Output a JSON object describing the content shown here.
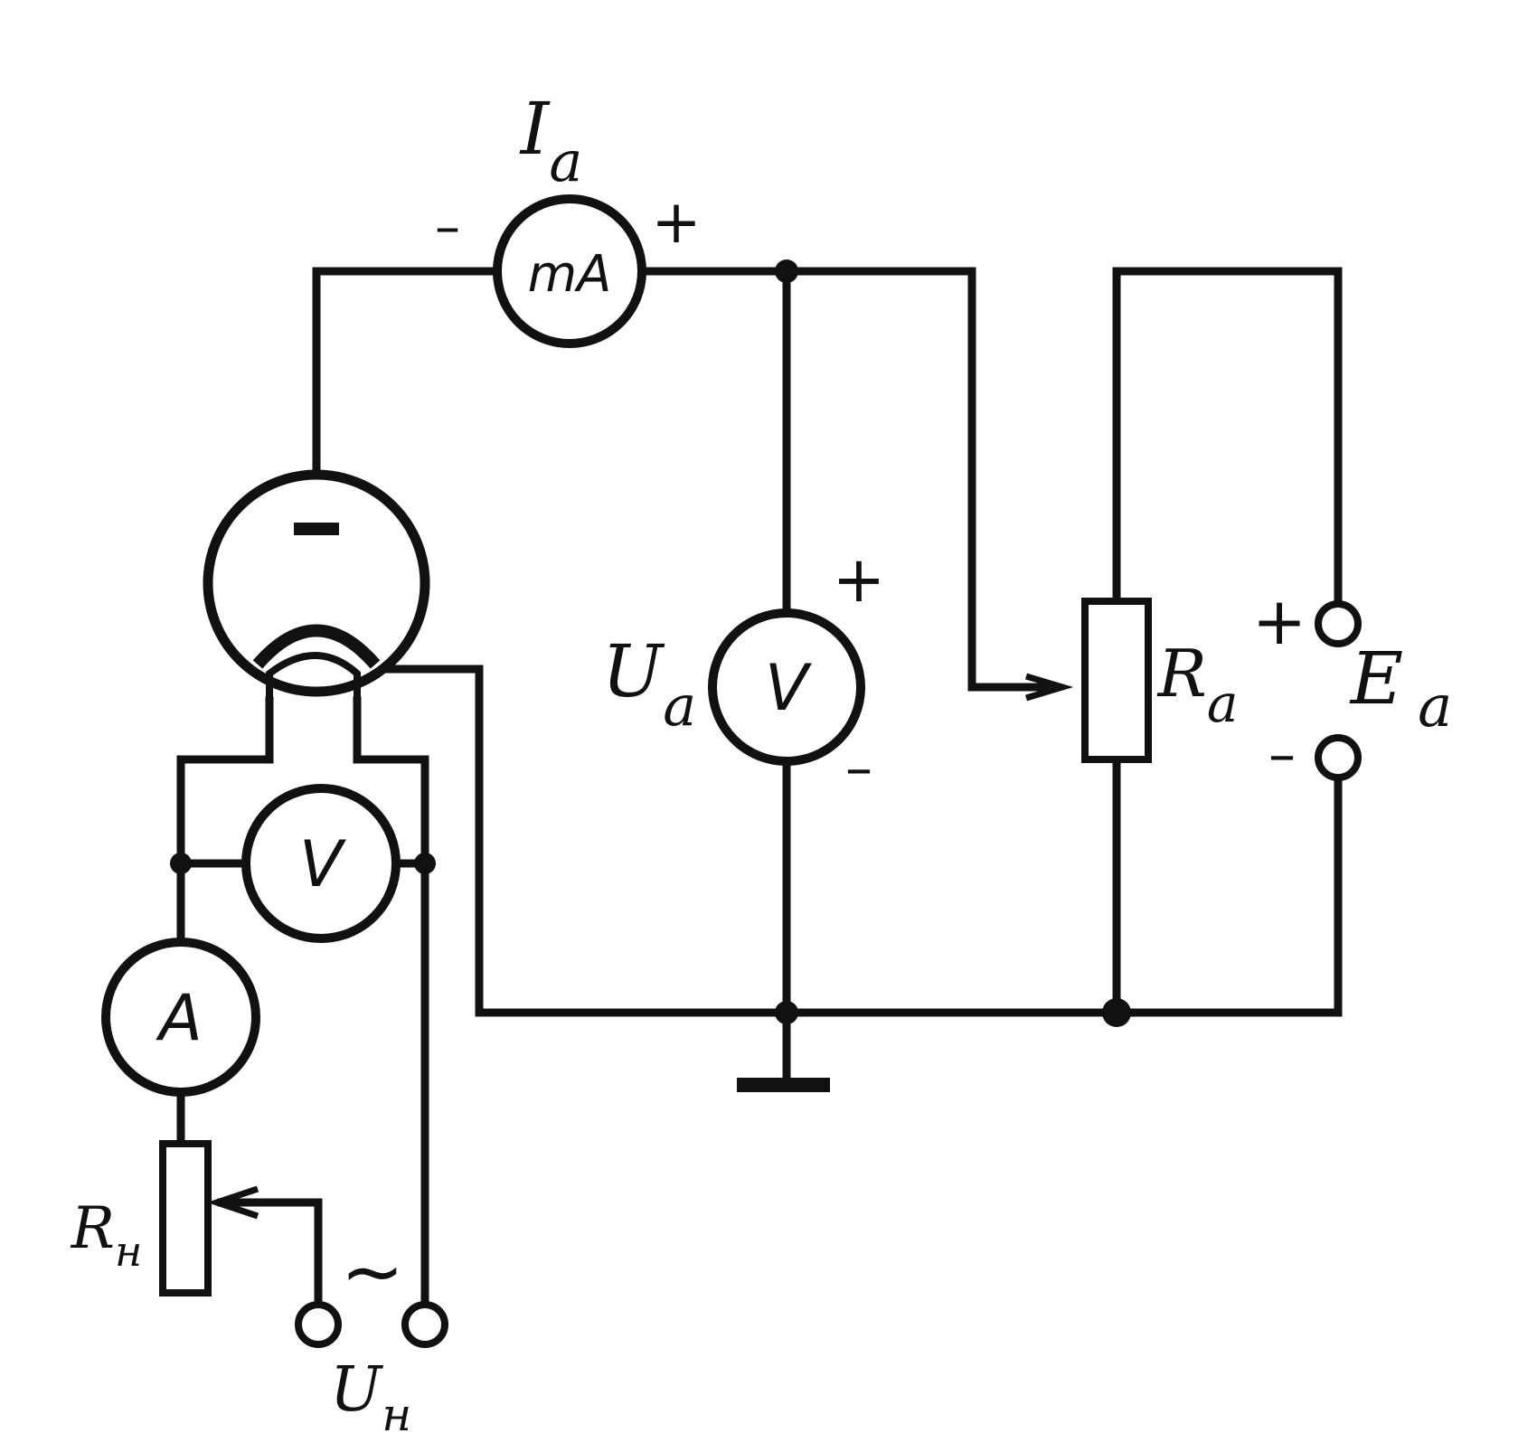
{
  "labels": {
    "anode_current_main": "I",
    "anode_current_sub": "a",
    "milliammeter": "mA",
    "voltmeter_anode": "V",
    "anode_voltage_main": "U",
    "anode_voltage_sub": "a",
    "voltmeter_filament": "V",
    "ammeter_filament": "A",
    "anode_resistor_main": "R",
    "anode_resistor_sub": "a",
    "source_main": "E",
    "source_sub": "a",
    "filament_resistor_main": "R",
    "filament_resistor_sub": "н",
    "filament_voltage_main": "U",
    "filament_voltage_sub": "н",
    "ac_symbol": "~"
  },
  "signs": {
    "ma_minus": "–",
    "ma_plus": "+",
    "va_plus": "+",
    "va_minus": "–",
    "ea_plus": "+",
    "ea_minus": "–"
  }
}
